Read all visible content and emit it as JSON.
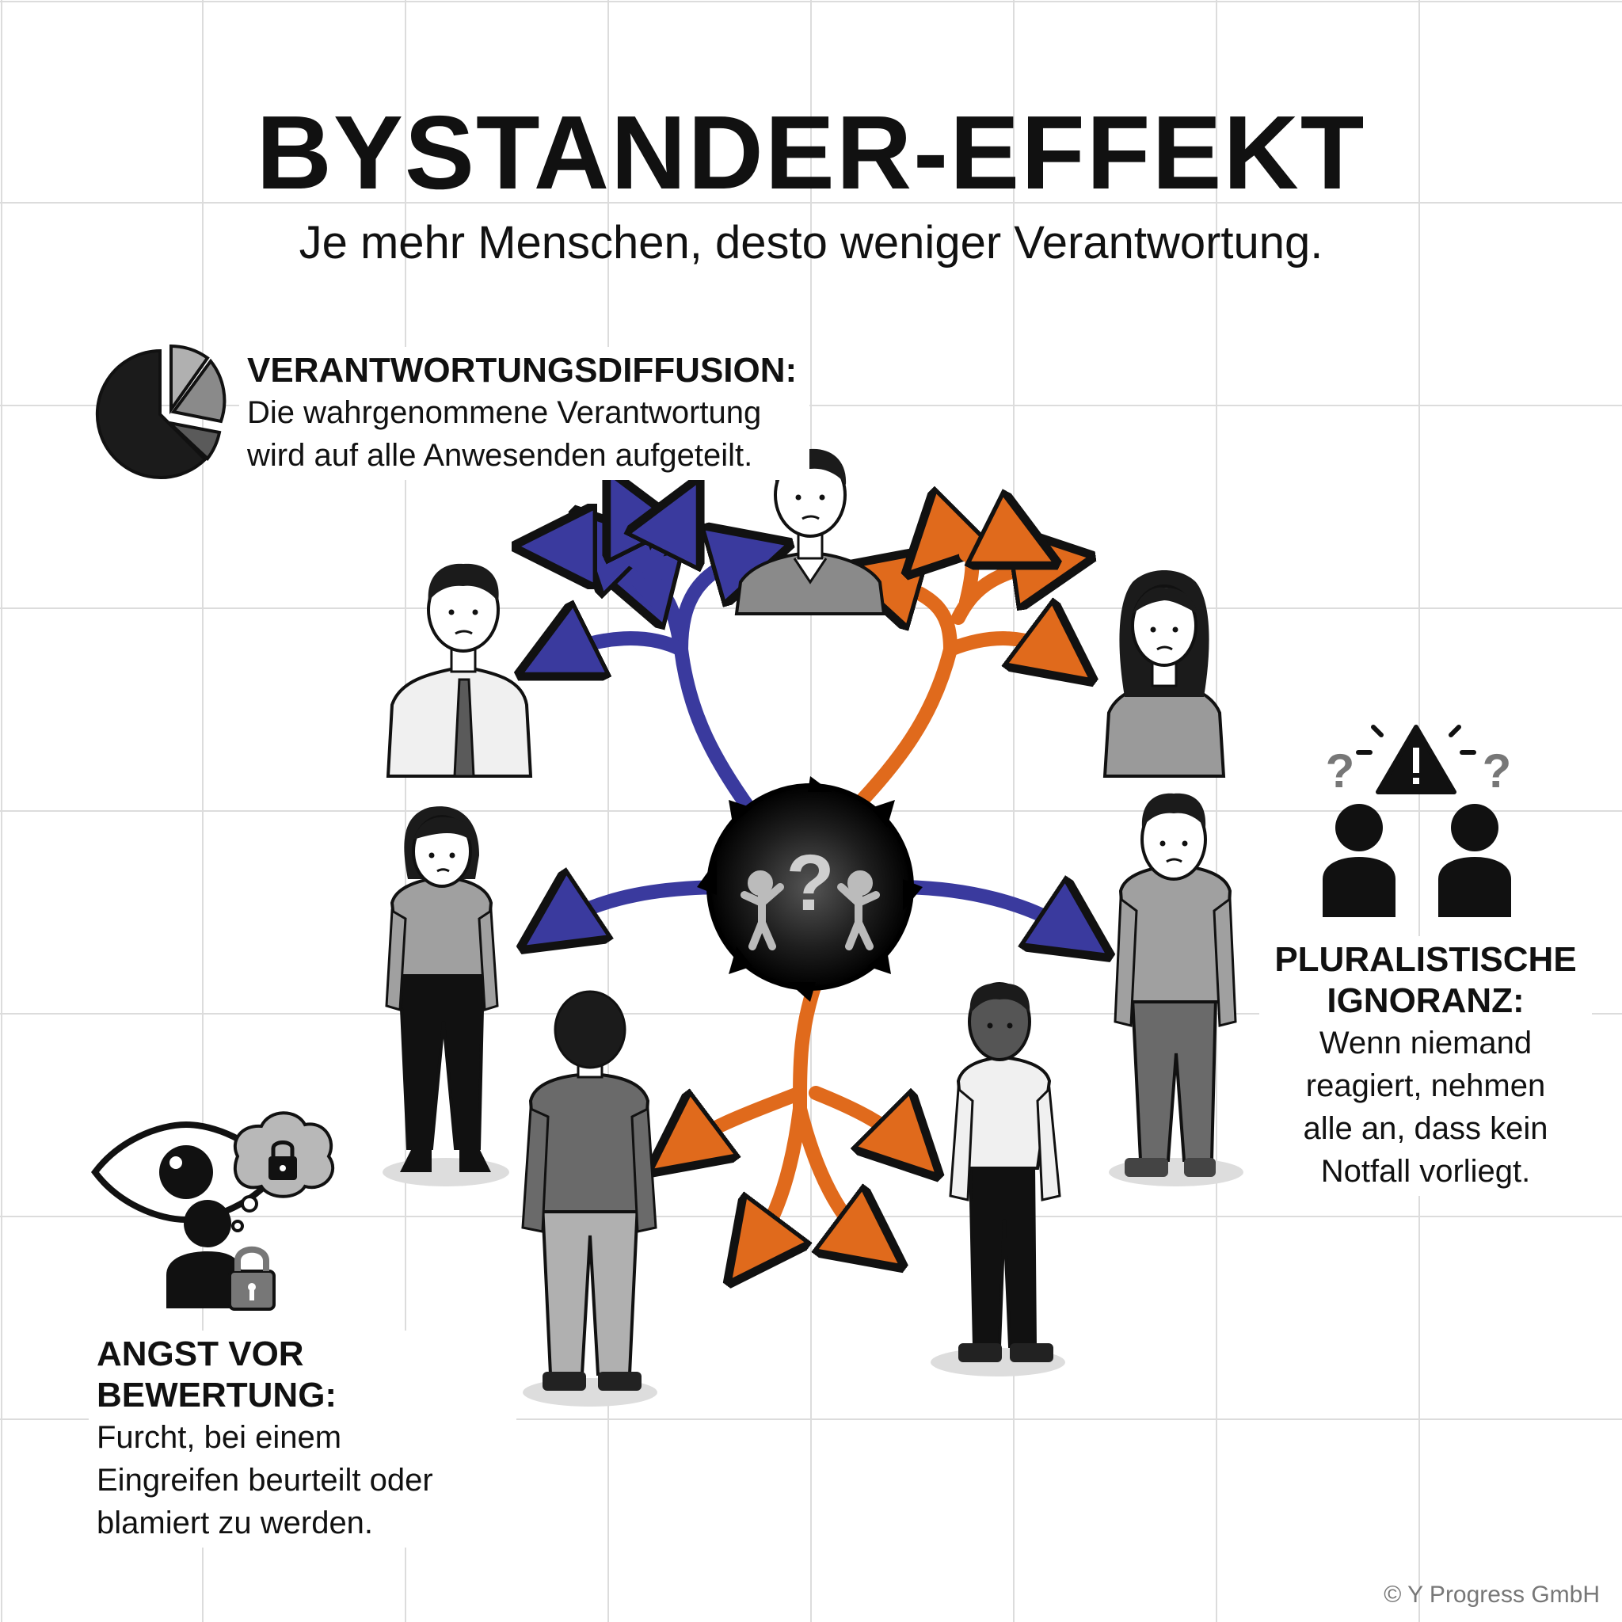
{
  "header": {
    "title": "BYSTANDER-EFFEKT",
    "subtitle": "Je mehr Menschen, desto weniger Verantwortung."
  },
  "concepts": {
    "diffusion": {
      "heading": "VERANTWORTUNGSDIFFUSION:",
      "lines": [
        "Die wahrgenommene Verantwortung",
        "wird auf alle Anwesenden aufgeteilt."
      ],
      "icon": "pie-chart-icon"
    },
    "ignoranz": {
      "heading_lines": [
        "PLURALISTISCHE",
        "IGNORANZ:"
      ],
      "lines": [
        "Wenn niemand",
        "reagiert, nehmen",
        "alle an, dass kein",
        "Notfall vorliegt."
      ],
      "icon": "warning-people-icon"
    },
    "angst": {
      "heading_lines": [
        "ANGST VOR",
        "BEWERTUNG:"
      ],
      "lines": [
        "Furcht, bei einem",
        "Eingreifen beurteilt oder",
        "blamiert zu werden."
      ],
      "icon": "eye-lock-person-icon"
    }
  },
  "center": {
    "symbol": "?",
    "icon": "emergency-vortex-icon"
  },
  "footer": {
    "copyright": "© Y Progress GmbH"
  },
  "colors": {
    "blue_arrows": "#3a3a9e",
    "orange_arrows": "#e06a1c",
    "grid": "#dddddd",
    "ink": "#111111",
    "gray_clothing": "#9a9a9a"
  }
}
